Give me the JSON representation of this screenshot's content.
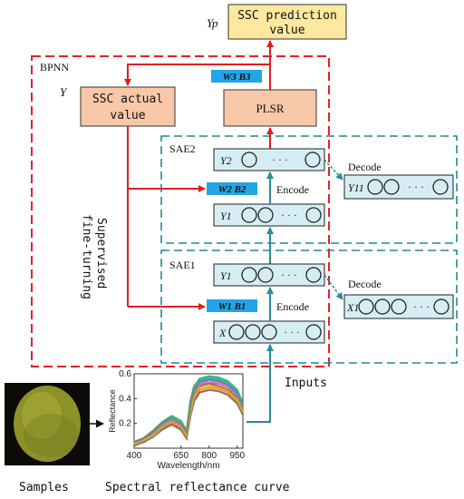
{
  "colors": {
    "bpnn_border": "#e8202a",
    "sae_border": "#1c8a9a",
    "arrow_red": "#e11d22",
    "arrow_teal": "#2a8a98",
    "box_yp": "#fde8a0",
    "box_orange": "#f8c8a8",
    "box_node": "#d6eef3",
    "tag_blue": "#21a5e6"
  },
  "diagram": {
    "top_box": {
      "symbol": "Yp",
      "label_line1": "SSC prediction",
      "label_line2": "value"
    },
    "bpnn_label": "BPNN",
    "actual": {
      "symbol": "Y",
      "label_line1": "SSC actual",
      "label_line2": "value"
    },
    "plsr_label": "PLSR",
    "weights": {
      "w3": "W3 B3",
      "w2": "W2 B2",
      "w1": "W1 B1"
    },
    "sae2": {
      "label": "SAE2",
      "top_node": "Y2",
      "bottom_node": "Y1",
      "encode": "Encode",
      "decode": "Decode",
      "decode_node": "Y11"
    },
    "sae1": {
      "label": "SAE1",
      "top_node": "Y1",
      "bottom_node": "X",
      "encode": "Encode",
      "decode": "Decode",
      "decode_node": "X1"
    },
    "supervised_line1": "Supervised",
    "supervised_line2": "fine-turning",
    "inputs_label": "Inputs",
    "samples_label": "Samples",
    "spectral_label": "Spectral reflectance curve",
    "ellipsis": "· · ·"
  },
  "chart_data": {
    "type": "line",
    "xlabel": "Wavelength/nm",
    "ylabel": "Reflectance",
    "xticks": [
      "400",
      "650",
      "800",
      "950"
    ],
    "yticks": [
      "0.2",
      "0.4",
      "0.6"
    ],
    "xlim": [
      400,
      980
    ],
    "ylim": [
      0,
      0.6
    ],
    "x": [
      400,
      450,
      500,
      550,
      600,
      650,
      680,
      700,
      720,
      750,
      800,
      850,
      900,
      950,
      980
    ],
    "series": [
      {
        "values": [
          0.03,
          0.06,
          0.11,
          0.18,
          0.22,
          0.18,
          0.1,
          0.3,
          0.42,
          0.5,
          0.52,
          0.5,
          0.47,
          0.4,
          0.3
        ]
      },
      {
        "values": [
          0.04,
          0.07,
          0.12,
          0.19,
          0.24,
          0.2,
          0.12,
          0.34,
          0.46,
          0.54,
          0.56,
          0.55,
          0.52,
          0.45,
          0.34
        ]
      },
      {
        "values": [
          0.05,
          0.08,
          0.14,
          0.21,
          0.26,
          0.22,
          0.14,
          0.38,
          0.5,
          0.56,
          0.58,
          0.57,
          0.54,
          0.47,
          0.36
        ]
      },
      {
        "values": [
          0.03,
          0.05,
          0.1,
          0.16,
          0.2,
          0.16,
          0.09,
          0.28,
          0.4,
          0.47,
          0.49,
          0.48,
          0.45,
          0.38,
          0.28
        ]
      },
      {
        "values": [
          0.04,
          0.06,
          0.11,
          0.17,
          0.21,
          0.17,
          0.11,
          0.32,
          0.44,
          0.51,
          0.53,
          0.52,
          0.49,
          0.42,
          0.31
        ]
      },
      {
        "values": [
          0.05,
          0.07,
          0.13,
          0.2,
          0.25,
          0.21,
          0.13,
          0.36,
          0.48,
          0.55,
          0.57,
          0.56,
          0.53,
          0.46,
          0.35
        ]
      },
      {
        "values": [
          0.02,
          0.05,
          0.09,
          0.15,
          0.19,
          0.15,
          0.08,
          0.26,
          0.38,
          0.45,
          0.47,
          0.46,
          0.43,
          0.36,
          0.27
        ]
      },
      {
        "values": [
          0.04,
          0.07,
          0.12,
          0.18,
          0.23,
          0.19,
          0.12,
          0.33,
          0.45,
          0.52,
          0.55,
          0.53,
          0.5,
          0.43,
          0.32
        ]
      },
      {
        "values": [
          0.03,
          0.06,
          0.1,
          0.17,
          0.21,
          0.17,
          0.1,
          0.29,
          0.41,
          0.49,
          0.51,
          0.49,
          0.46,
          0.39,
          0.29
        ]
      },
      {
        "values": [
          0.05,
          0.08,
          0.13,
          0.2,
          0.24,
          0.2,
          0.13,
          0.35,
          0.47,
          0.53,
          0.55,
          0.54,
          0.51,
          0.44,
          0.33
        ]
      }
    ],
    "series_colors": [
      "#d62728",
      "#1f77b4",
      "#2ca02c",
      "#ff7f0e",
      "#9467bd",
      "#17becf",
      "#8c564b",
      "#e377c2",
      "#bcbd22",
      "#7f7f7f"
    ]
  }
}
